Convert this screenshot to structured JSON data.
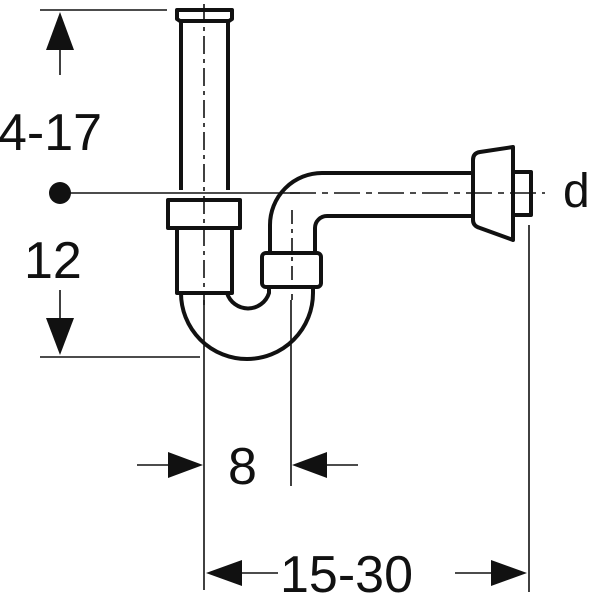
{
  "dimensions": {
    "height_adjust": "4-17",
    "center_height": "12",
    "pipe_spacing": "8",
    "wall_distance": "15-30",
    "diameter": "d"
  },
  "colors": {
    "line": "#111111",
    "background": "#ffffff"
  }
}
